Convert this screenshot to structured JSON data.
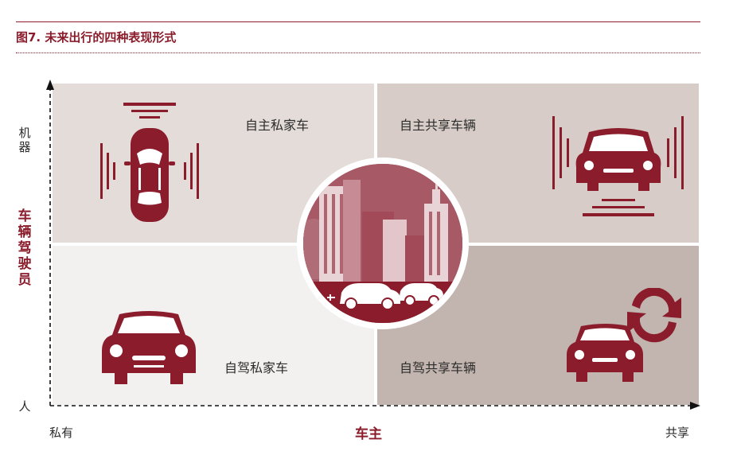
{
  "figure": {
    "title": "图7. 未来出行的四种表现形式"
  },
  "quadrants": {
    "top_left": "自主私家车",
    "top_right": "自主共享车辆",
    "bottom_left": "自驾私家车",
    "bottom_right": "自驾共享车辆"
  },
  "y_axis": {
    "title": "车辆驾驶员",
    "top": "机器",
    "bottom": "人"
  },
  "x_axis": {
    "title": "车主",
    "left": "私有",
    "right": "共享"
  },
  "colors": {
    "accent": "#8a1c2b",
    "tl": "#e4dcd8",
    "tr": "#d7ccc7",
    "bl": "#f3f1f0",
    "br": "#c2b4ae"
  },
  "icons": [
    "car-top-view-sensing-icon",
    "car-front-sensing-icon",
    "car-front-icon",
    "car-sharing-refresh-icon",
    "city-ev-icon"
  ]
}
